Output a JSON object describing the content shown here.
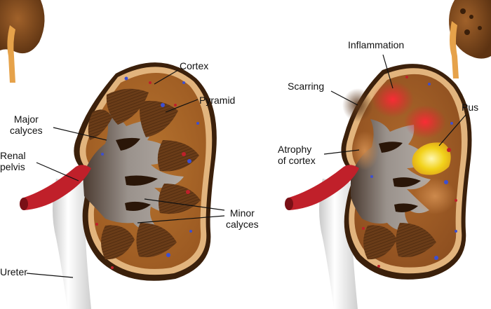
{
  "colors": {
    "cortex": "#b06a2c",
    "cortex_edge": "#e2b47d",
    "pyramid": "#5e3515",
    "pelvis": "#8a8480",
    "ureter": "#e8e8e8",
    "vessel": "#c0202a",
    "inflammation": "#e0202c",
    "pus": "#f2d21a",
    "text": "#111111"
  },
  "labels": {
    "cortex": "Cortex",
    "pyramid": "Pyramid",
    "major_calyces": [
      "Major",
      "calyces"
    ],
    "renal_pelvis": [
      "Renal",
      "pelvis"
    ],
    "minor_calyces": [
      "Minor",
      "calyces"
    ],
    "ureter": "Ureter",
    "inflammation": "Inflammation",
    "scarring": "Scarring",
    "pus": "Pus",
    "atrophy": [
      "Atrophy",
      "of cortex"
    ]
  }
}
